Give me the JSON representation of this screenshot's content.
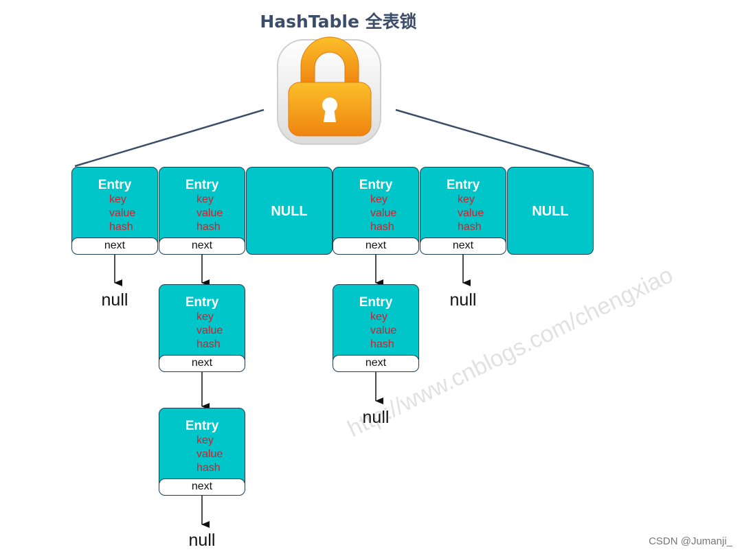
{
  "title": "HashTable 全表锁",
  "entry": {
    "label": "Entry",
    "key": "key",
    "value": "value",
    "hash": "hash",
    "next": "next"
  },
  "null_cell": "NULL",
  "null_value": "null",
  "watermark": "http://www.cnblogs.com/chengxiao",
  "credit": "CSDN @Jumanji_",
  "colors": {
    "cell": "#00c6c9",
    "border": "#1f3c55",
    "field_text": "#d01f2b",
    "lock_body": "#f39a12",
    "title": "#3b4d68"
  },
  "icon": "lock-icon"
}
